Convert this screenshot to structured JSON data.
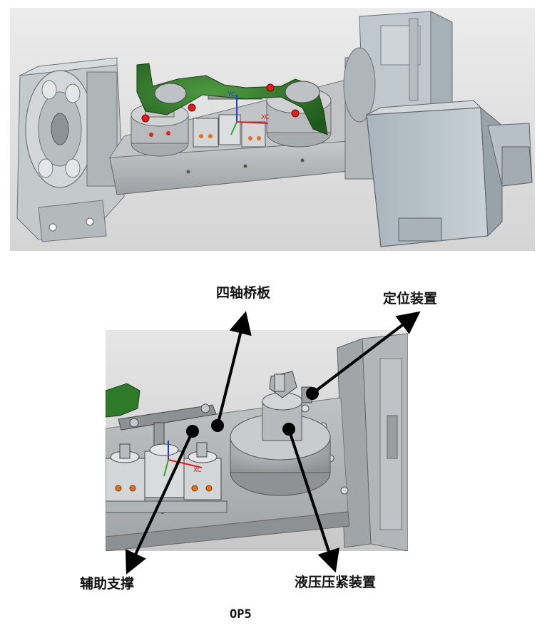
{
  "labels": {
    "bridge_plate": "四轴桥板",
    "locating_device": "定位装置",
    "auxiliary_support": "辅助支撑",
    "hydraulic_clamp": "液压压紧装置"
  },
  "caption": "OP5",
  "coordinate_labels": {
    "xc": "XC",
    "yc": "YC"
  },
  "colors": {
    "fixture_gray": "#b9bcbd",
    "housing_blue": "#aeb8bf",
    "workpiece_green": "#2f7a2a",
    "marker_red": "#e0201c",
    "arrow_black": "#000000"
  }
}
